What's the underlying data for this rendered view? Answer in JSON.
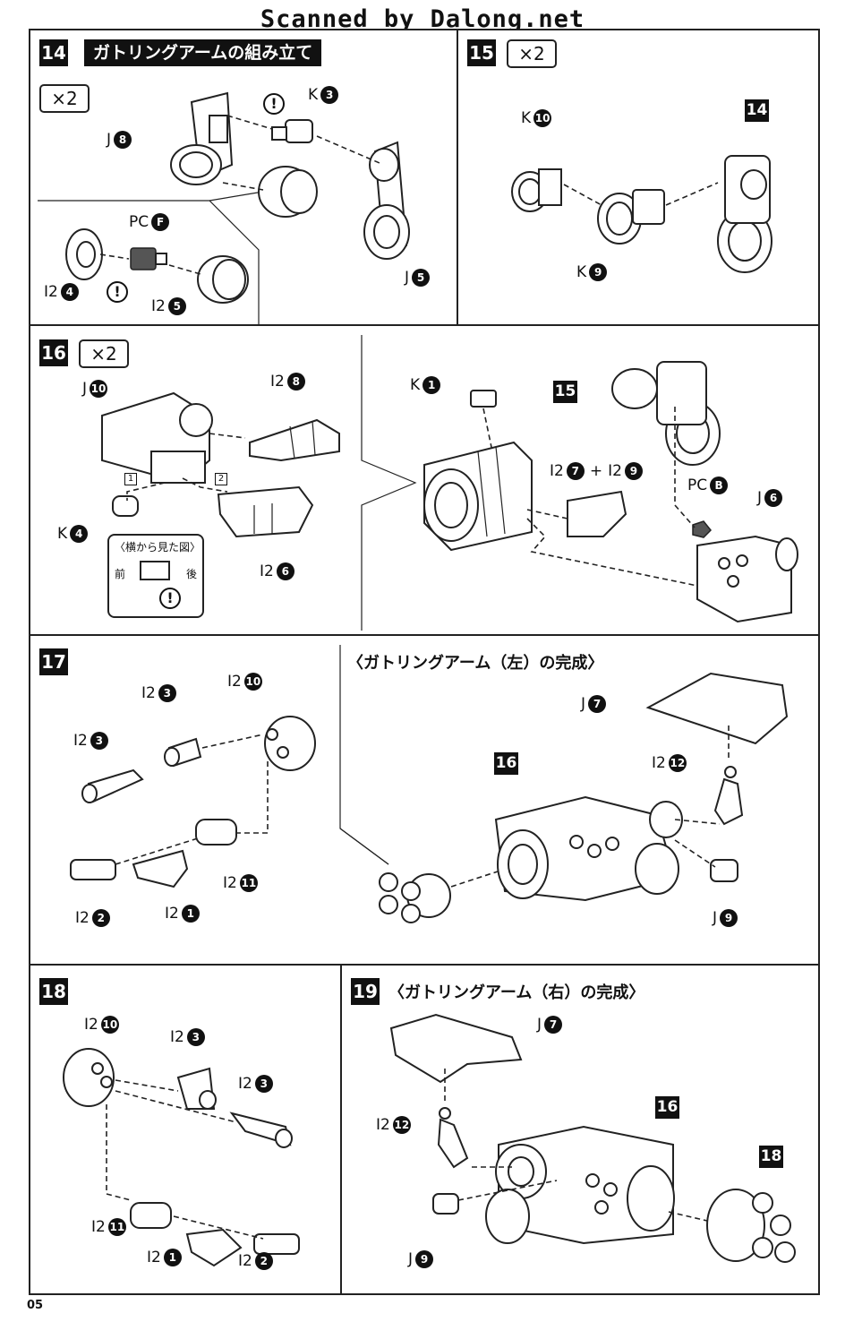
{
  "header": {
    "watermark": "Scanned by Dalong.net"
  },
  "page_number": "05",
  "step14": {
    "number": "14",
    "title": "ガトリングアームの組み立て",
    "multiplier": "×2",
    "labels": {
      "k3": "K",
      "j8": "J",
      "pcf": "PC",
      "i2_4": "I2",
      "i2_5": "I2",
      "j5": "J"
    },
    "nums": {
      "k3": "3",
      "j8": "8",
      "pcf": "F",
      "i2_4": "4",
      "i2_5": "5",
      "j5": "5"
    }
  },
  "step15": {
    "number": "15",
    "multiplier": "×2",
    "ref": "14",
    "labels": {
      "k10": "K",
      "k9": "K"
    },
    "nums": {
      "k10": "10",
      "k9": "9"
    }
  },
  "step16": {
    "number": "16",
    "multiplier": "×2",
    "labels": {
      "j10": "J",
      "i2_8": "I2",
      "k4": "K",
      "i2_6": "I2",
      "k1": "K",
      "i2_7": "I2",
      "plus": "+",
      "i2_9": "I2",
      "pcb": "PC",
      "j6": "J"
    },
    "nums": {
      "j10": "10",
      "i2_8": "8",
      "k4": "4",
      "i2_6": "6",
      "k1": "1",
      "i2_7": "7",
      "i2_9": "9",
      "pcb": "B",
      "j6": "6"
    },
    "ref": "15",
    "marks": [
      "1",
      "2"
    ],
    "side_view": {
      "title": "〈横から見た図〉",
      "front": "前",
      "back": "後"
    }
  },
  "step17": {
    "number": "17",
    "labels": {
      "i2_3a": "I2",
      "i2_10": "I2",
      "i2_3b": "I2",
      "i2_2": "I2",
      "i2_1": "I2",
      "i2_11": "I2",
      "j7": "J",
      "i2_12": "I2",
      "j9": "J"
    },
    "nums": {
      "i2_3a": "3",
      "i2_10": "10",
      "i2_3b": "3",
      "i2_2": "2",
      "i2_1": "1",
      "i2_11": "11",
      "j7": "7",
      "i2_12": "12",
      "j9": "9"
    },
    "caption": "〈ガトリングアーム（左）の完成〉",
    "ref": "16"
  },
  "step18": {
    "number": "18",
    "labels": {
      "i2_10": "I2",
      "i2_3a": "I2",
      "i2_3b": "I2",
      "i2_11": "I2",
      "i2_1": "I2",
      "i2_2": "I2"
    },
    "nums": {
      "i2_10": "10",
      "i2_3a": "3",
      "i2_3b": "3",
      "i2_11": "11",
      "i2_1": "1",
      "i2_2": "2"
    }
  },
  "step19": {
    "number": "19",
    "caption": "〈ガトリングアーム（右）の完成〉",
    "labels": {
      "j7": "J",
      "i2_12": "I2",
      "j9": "J"
    },
    "nums": {
      "j7": "7",
      "i2_12": "12",
      "j9": "9"
    },
    "ref16": "16",
    "ref18": "18"
  },
  "warning_symbol": "!"
}
